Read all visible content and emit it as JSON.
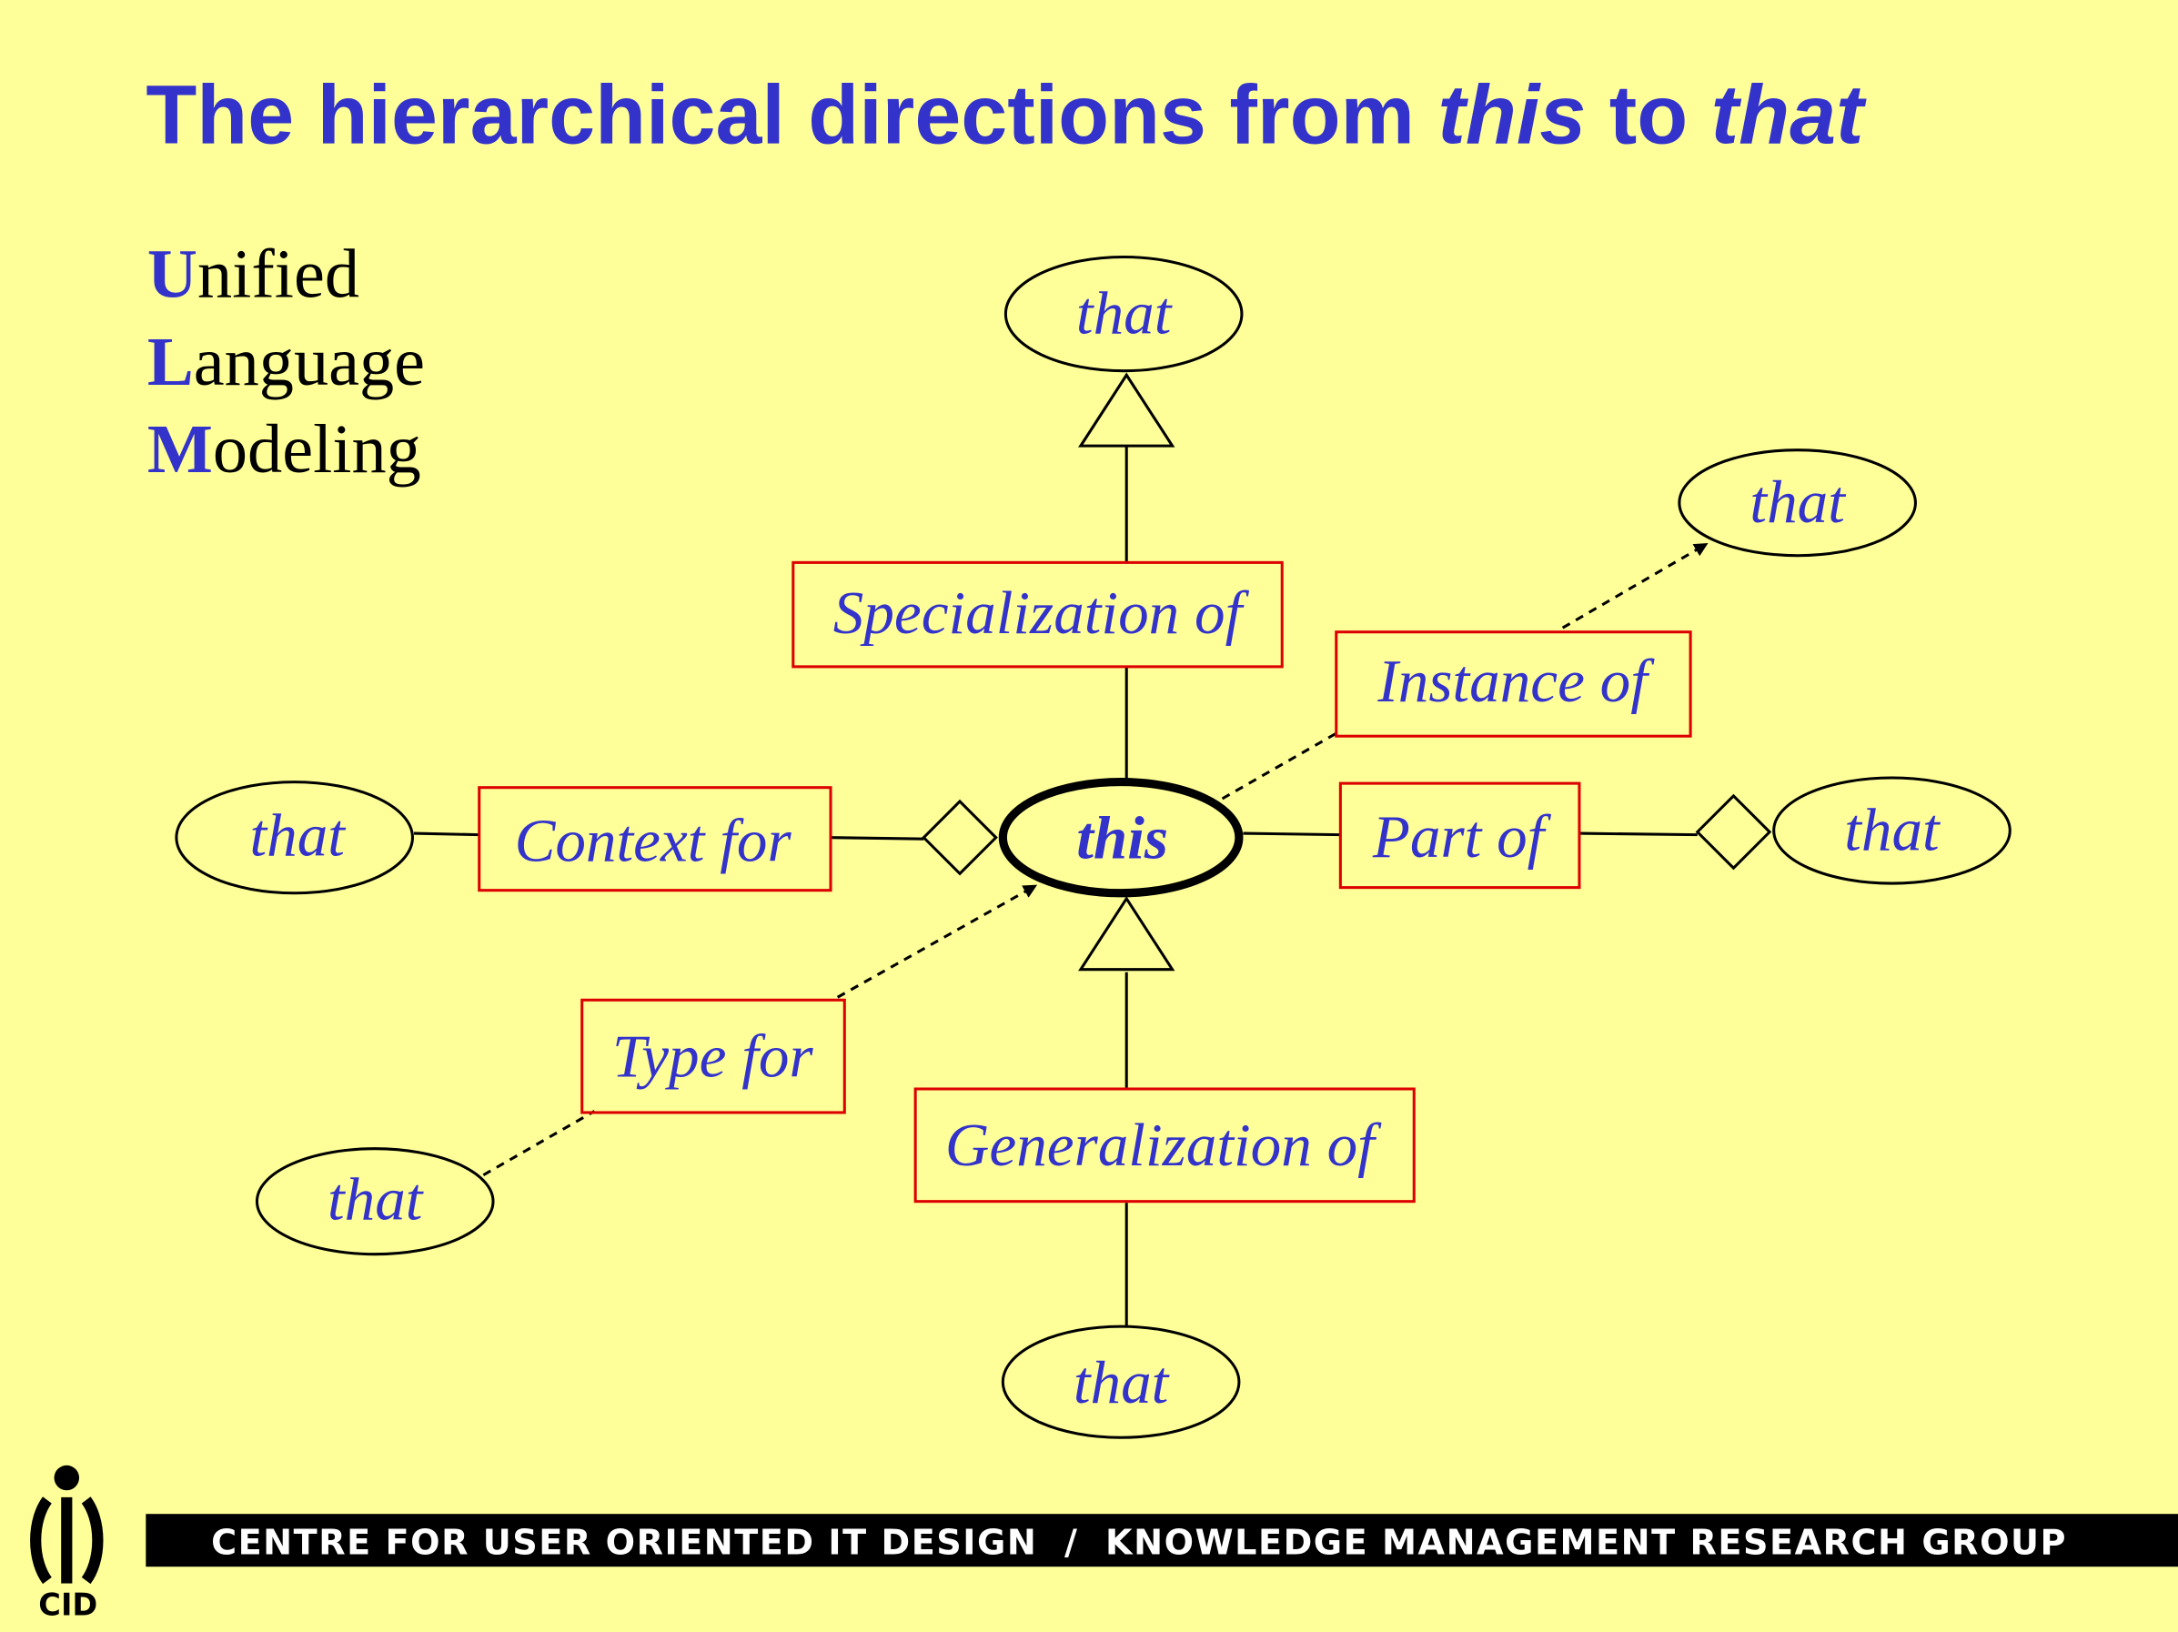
{
  "title": {
    "part1": "The hierarchical directions from ",
    "this": "this",
    "part2": " to ",
    "that": "that"
  },
  "acronym": [
    {
      "cap": "U",
      "rest": "nified"
    },
    {
      "cap": "L",
      "rest": "anguage"
    },
    {
      "cap": "M",
      "rest": "odeling"
    }
  ],
  "diagram": {
    "center": "this",
    "node_label": "that",
    "relations": {
      "specialization": "Specialization of",
      "instance": "Instance of",
      "context": "Context for",
      "part": "Part of",
      "type": "Type for",
      "generalization": "Generalization of"
    }
  },
  "footer": {
    "text": "CENTRE FOR USER ORIENTED IT DESIGN  /  KNOWLEDGE MANAGEMENT RESEARCH GROUP",
    "logo": "CID"
  }
}
